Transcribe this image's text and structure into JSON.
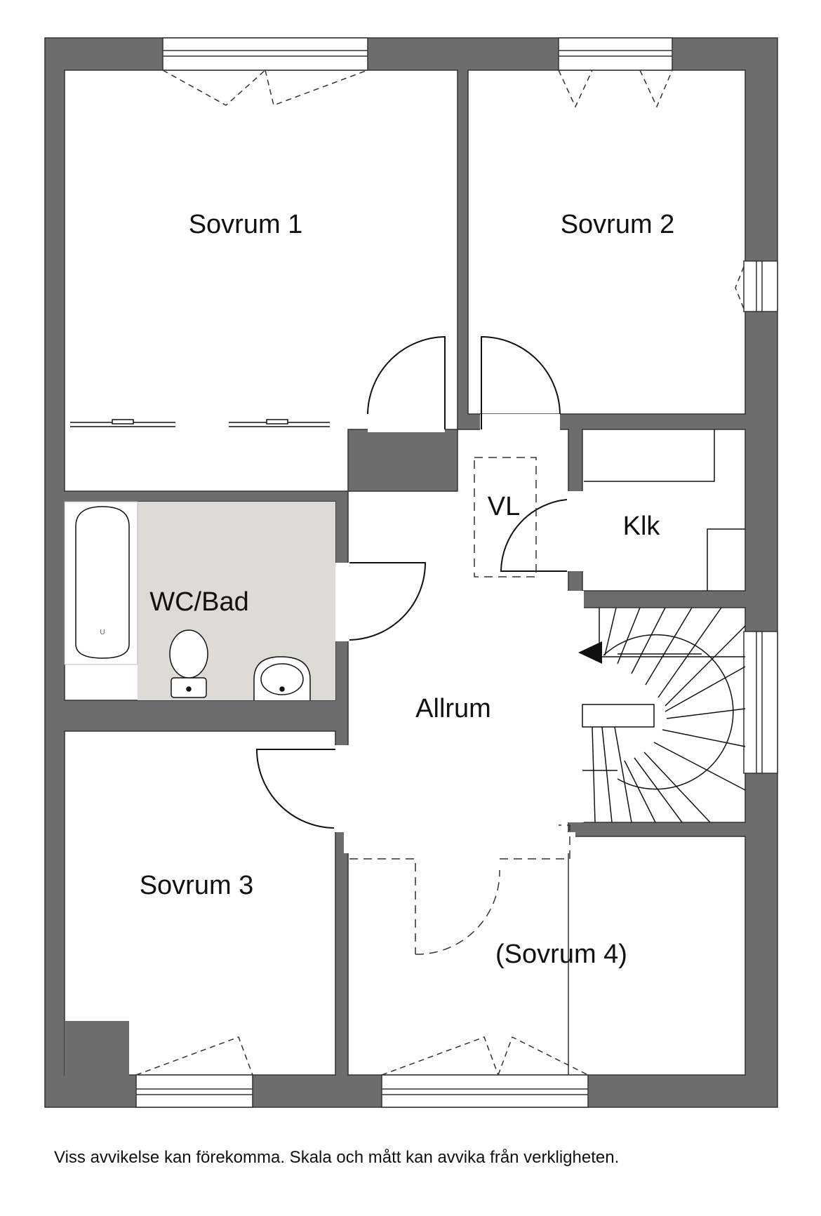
{
  "rooms": {
    "sovrum1": "Sovrum 1",
    "sovrum2": "Sovrum 2",
    "sovrum3": "Sovrum 3",
    "sovrum4": "(Sovrum 4)",
    "wc_bad": "WC/Bad",
    "allrum": "Allrum",
    "klk": "Klk",
    "vl": "VL"
  },
  "footer_note": "Viss avvikelse kan förekomma. Skala och mått kan avvika från verkligheten.",
  "colors": {
    "wall": "#6d6d6d",
    "bathroom_floor": "#dedad6",
    "line": "#111111",
    "background": "#ffffff"
  },
  "icons": {
    "stair_arrow": "arrow-left-icon",
    "doors": "door-swing-icon",
    "windows": "window-icon"
  }
}
